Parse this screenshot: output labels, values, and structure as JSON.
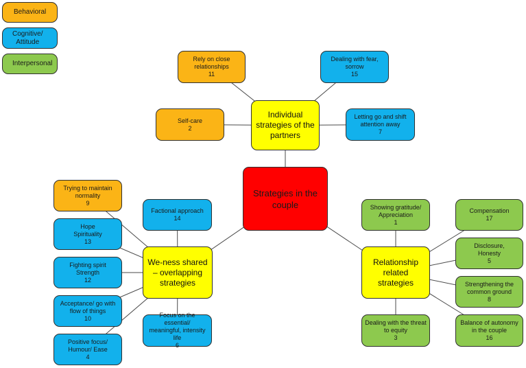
{
  "legend": [
    {
      "label": "Behavioral",
      "color": "#fbb416"
    },
    {
      "label": "Cognitive/\nAttitude",
      "color": "#12b1ec"
    },
    {
      "label": "Interpersonal",
      "color": "#8dc94e"
    }
  ],
  "center": {
    "label": "Strategies in the couple",
    "color": "#ff0000"
  },
  "hubs": {
    "individual": {
      "label": "Individual strategies of the partners"
    },
    "weness": {
      "label": "We-ness shared – overlapping strategies"
    },
    "relationship": {
      "label": "Relationship related strategies"
    }
  },
  "leaves": {
    "rely": {
      "label": "Rely on close\nrelationships\n11",
      "category": "Behavioral"
    },
    "fear": {
      "label": "Dealing with fear,\nsorrow\n15",
      "category": "Cognitive/Attitude"
    },
    "selfcare": {
      "label": "Self-care\n2",
      "category": "Behavioral"
    },
    "letting": {
      "label": "Letting go and shift\nattention away\n7",
      "category": "Cognitive/Attitude"
    },
    "normality": {
      "label": "Trying to maintain\nnormality\n9",
      "category": "Behavioral"
    },
    "factional": {
      "label": "Factional approach\n14",
      "category": "Cognitive/Attitude"
    },
    "hope": {
      "label": "Hope\nSpirituality\n13",
      "category": "Cognitive/Attitude"
    },
    "fighting": {
      "label": "Fighting spirit\nStrength\n12",
      "category": "Cognitive/Attitude"
    },
    "acceptance": {
      "label": "Acceptance/ go with\nflow of things\n10",
      "category": "Cognitive/Attitude"
    },
    "positive": {
      "label": "Positive focus/\nHumour/ Ease\n4",
      "category": "Cognitive/Attitude"
    },
    "essential": {
      "label": "Focus on the essential/\nmeaningful, intensity\nlife\n6",
      "category": "Cognitive/Attitude"
    },
    "gratitude": {
      "label": "Showing gratitude/\nAppreciation\n1",
      "category": "Interpersonal"
    },
    "threat": {
      "label": "Dealing with the threat\nto equity\n3",
      "category": "Interpersonal"
    },
    "compensation": {
      "label": "Compensation\n17",
      "category": "Interpersonal"
    },
    "disclosure": {
      "label": "Disclosure,\nHonesty\n5",
      "category": "Interpersonal"
    },
    "common": {
      "label": "Strengthening the\ncommon ground\n8",
      "category": "Interpersonal"
    },
    "autonomy": {
      "label": "Balance of autonomy\nin the couple\n16",
      "category": "Interpersonal"
    }
  },
  "connectors": [
    "center-individual",
    "center-weness",
    "center-relationship",
    "individual-rely",
    "individual-fear",
    "individual-selfcare",
    "individual-letting",
    "weness-normality",
    "weness-factional",
    "weness-hope",
    "weness-fighting",
    "weness-acceptance",
    "weness-positive",
    "weness-essential",
    "relationship-gratitude",
    "relationship-threat",
    "relationship-compensation",
    "relationship-disclosure",
    "relationship-common",
    "relationship-autonomy"
  ]
}
